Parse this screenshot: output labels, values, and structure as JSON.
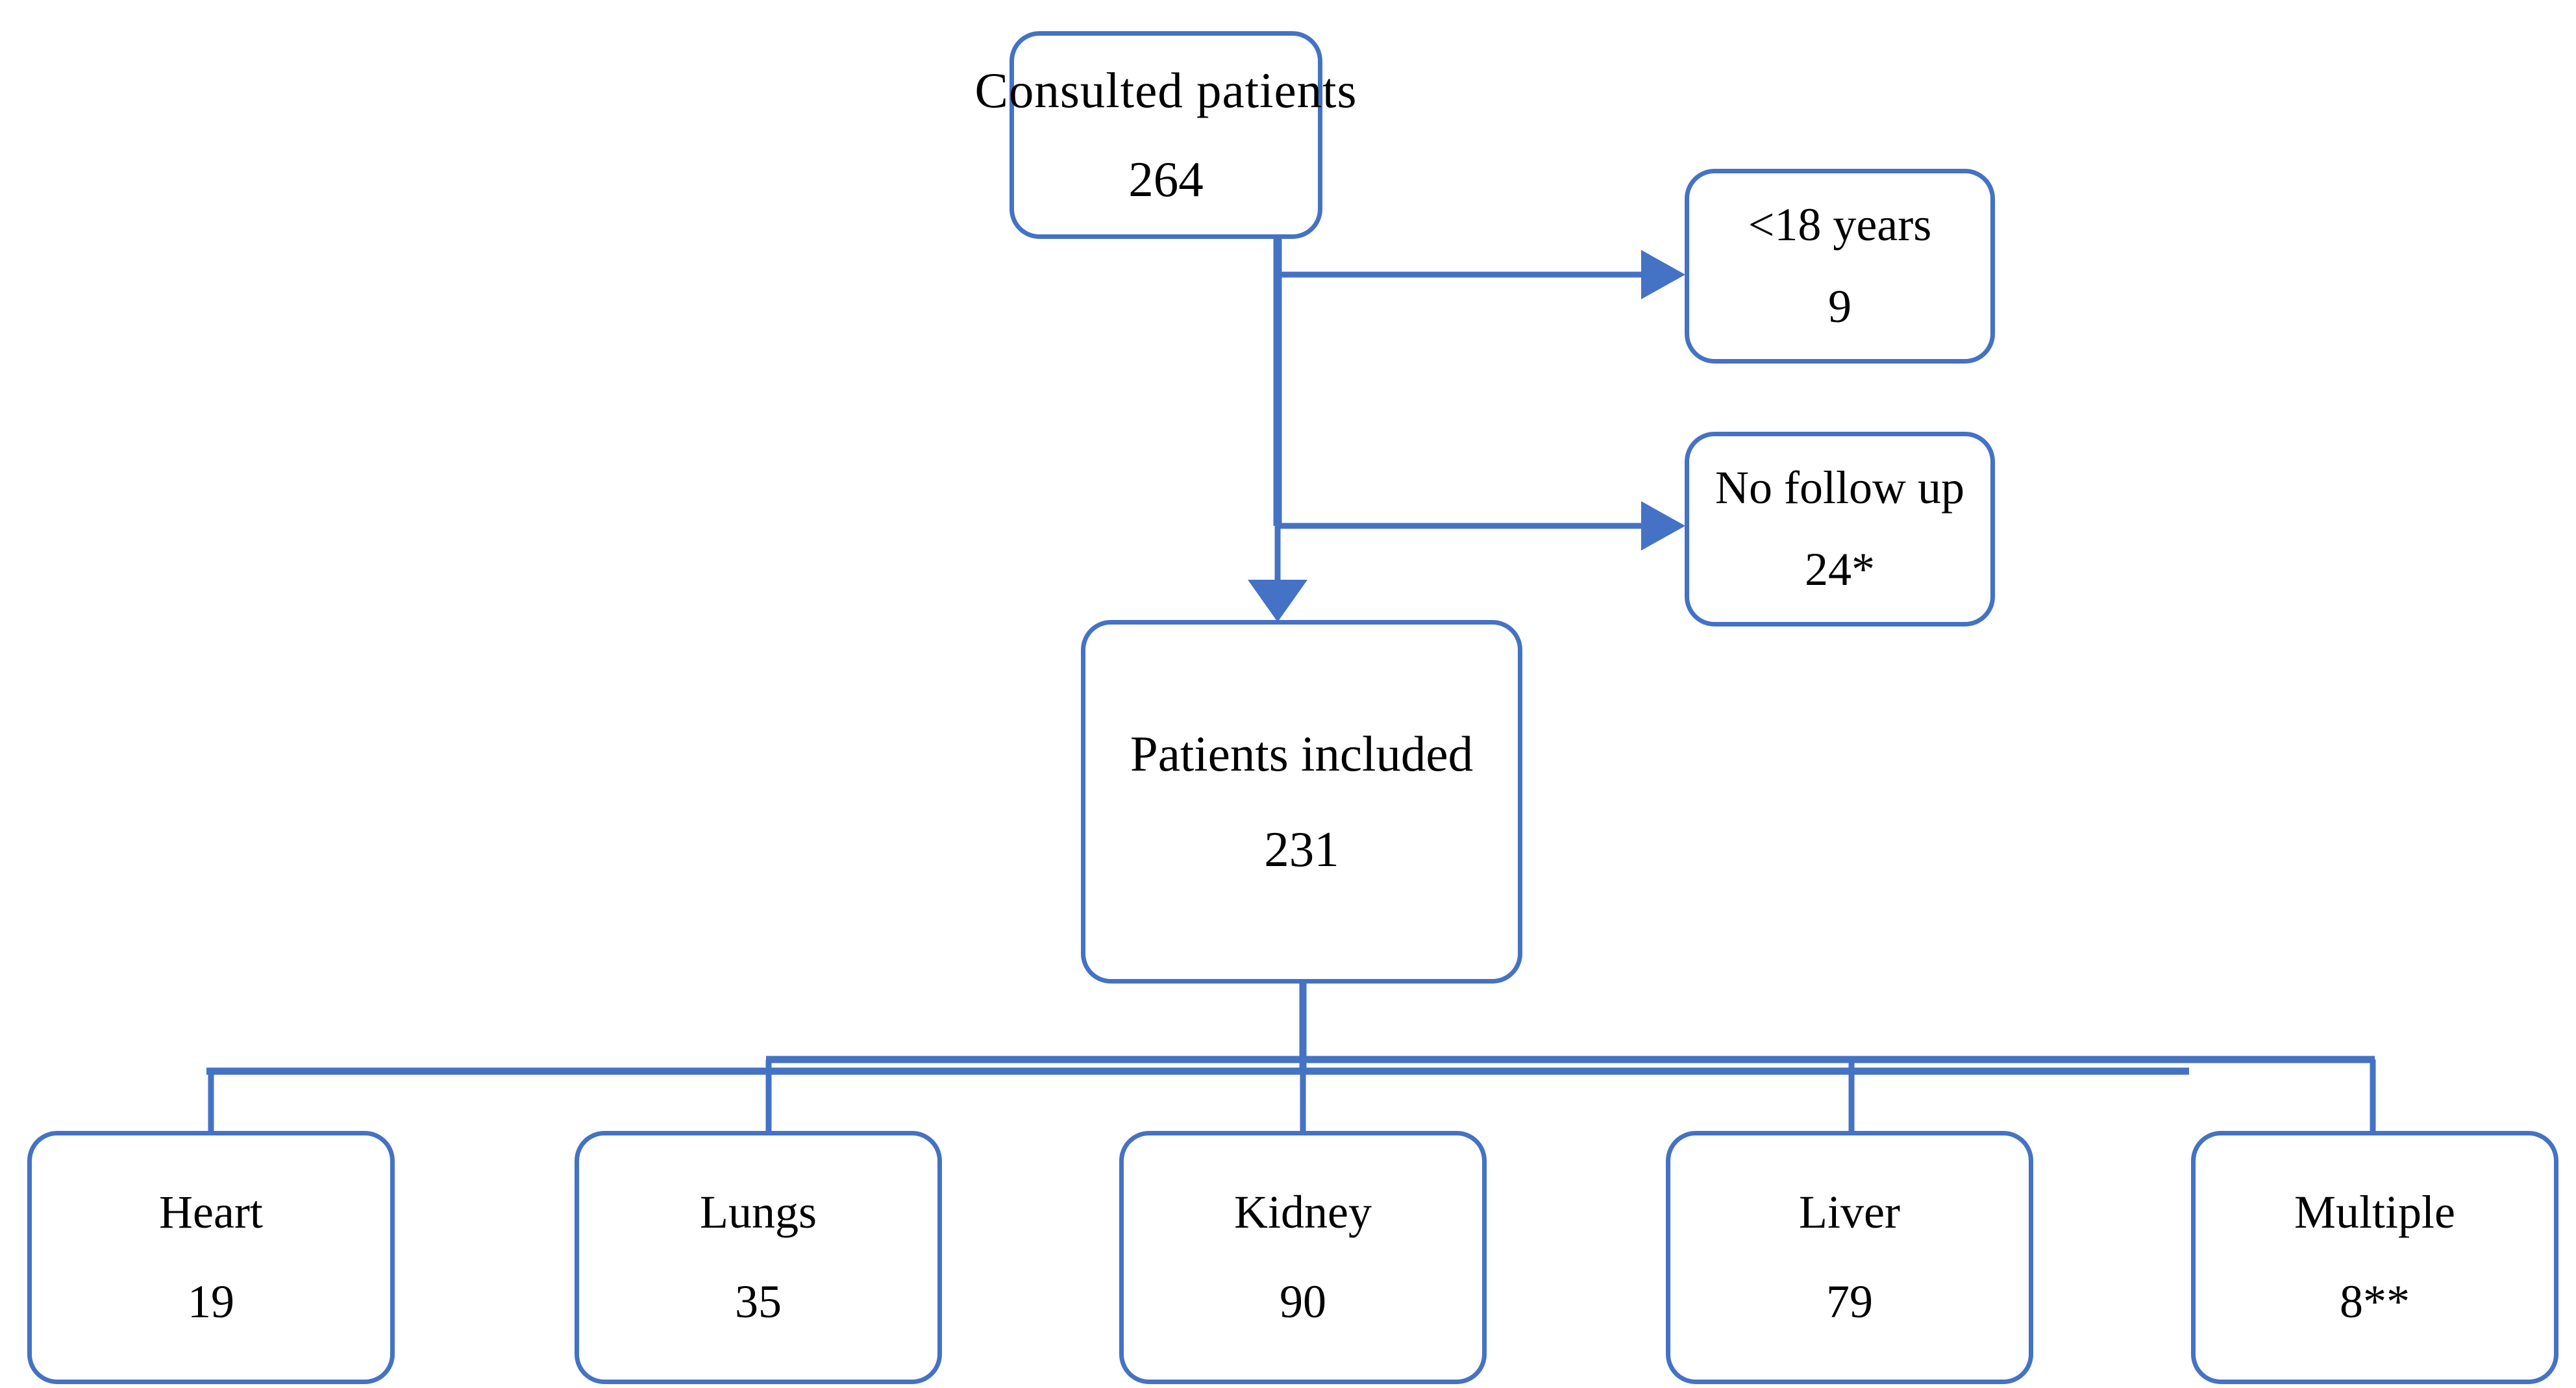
{
  "diagram": {
    "title": "Patient consultation and inclusion flow chart",
    "accent_color": "#4472C4",
    "text_color": "#000000",
    "background_color": "#FFFFFF"
  },
  "nodes": {
    "root": {
      "label": "Consulted patients",
      "count": "264"
    },
    "exclusion_1": {
      "label": "<18 years",
      "count": "9"
    },
    "exclusion_2": {
      "label": "No follow up",
      "count": "24*"
    },
    "included": {
      "label": "Patients included",
      "count": "231"
    }
  },
  "outcomes": [
    {
      "label": "Heart",
      "count": "19"
    },
    {
      "label": "Lungs",
      "count": "35"
    },
    {
      "label": "Kidney",
      "count": "90"
    },
    {
      "label": "Liver",
      "count": "79"
    },
    {
      "label": "Multiple",
      "count": "8**"
    }
  ],
  "chart_data": {
    "type": "diagram",
    "title": "Patient consultation and inclusion flow chart",
    "flow": [
      {
        "id": "root",
        "label": "Consulted patients",
        "value": 264
      },
      {
        "id": "exclusion_1",
        "label": "<18 years",
        "value": 9
      },
      {
        "id": "exclusion_2",
        "label": "No follow up",
        "value": 24,
        "annotation": "*"
      },
      {
        "id": "included",
        "label": "Patients included",
        "value": 231
      },
      {
        "id": "heart",
        "label": "Heart",
        "value": 19
      },
      {
        "id": "lungs",
        "label": "Lungs",
        "value": 35
      },
      {
        "id": "kidney",
        "label": "Kidney",
        "value": 90
      },
      {
        "id": "liver",
        "label": "Liver",
        "value": 79
      },
      {
        "id": "multiple",
        "label": "Multiple",
        "value": 8,
        "annotation": "**"
      }
    ],
    "edges": [
      {
        "from": "root",
        "to": "exclusion_1",
        "style": "arrow"
      },
      {
        "from": "root",
        "to": "exclusion_2",
        "style": "arrow"
      },
      {
        "from": "root",
        "to": "included",
        "style": "arrow"
      },
      {
        "from": "included",
        "to": "heart",
        "style": "plain"
      },
      {
        "from": "included",
        "to": "lungs",
        "style": "plain"
      },
      {
        "from": "included",
        "to": "kidney",
        "style": "plain"
      },
      {
        "from": "included",
        "to": "liver",
        "style": "plain"
      },
      {
        "from": "included",
        "to": "multiple",
        "style": "plain"
      }
    ]
  }
}
